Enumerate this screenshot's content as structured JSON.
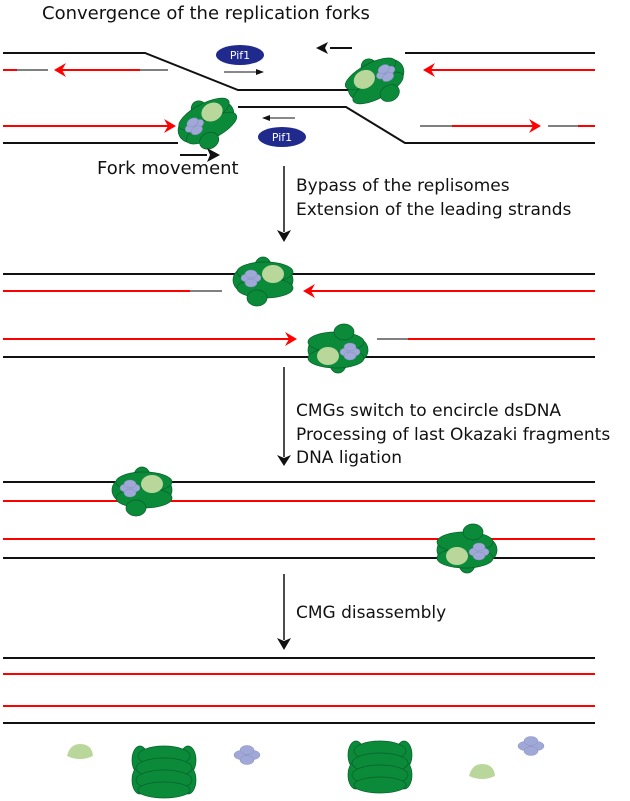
{
  "title": "Convergence of the replication forks",
  "colors": {
    "parental_strand": "#111111",
    "nascent_strand": "#ff0000",
    "primer": "#808080",
    "cmg_dark": "#0b8a3a",
    "cmg_outline": "#06602a",
    "gins_lightgreen": "#b9d79a",
    "mcm_lavender": "#9fa8d6",
    "pif1_fill": "#1f2a8c"
  },
  "stage1": {
    "pif1_top_label": "Pif1",
    "pif1_bottom_label": "Pif1",
    "fork_movement_label": "Fork movement"
  },
  "steps": [
    {
      "lines": [
        "Bypass of the replisomes",
        "Extension of the leading strands"
      ]
    },
    {
      "lines": [
        "CMGs switch to encircle dsDNA",
        "Processing of last Okazaki fragments",
        "DNA ligation"
      ]
    },
    {
      "lines": [
        "CMG disassembly"
      ]
    }
  ],
  "legend_icons": {
    "cmg_complex": "cmg-helicase-icon",
    "pif1": "pif1-helicase-icon",
    "gins": "gins-icon",
    "mcm": "mcm-icon"
  }
}
